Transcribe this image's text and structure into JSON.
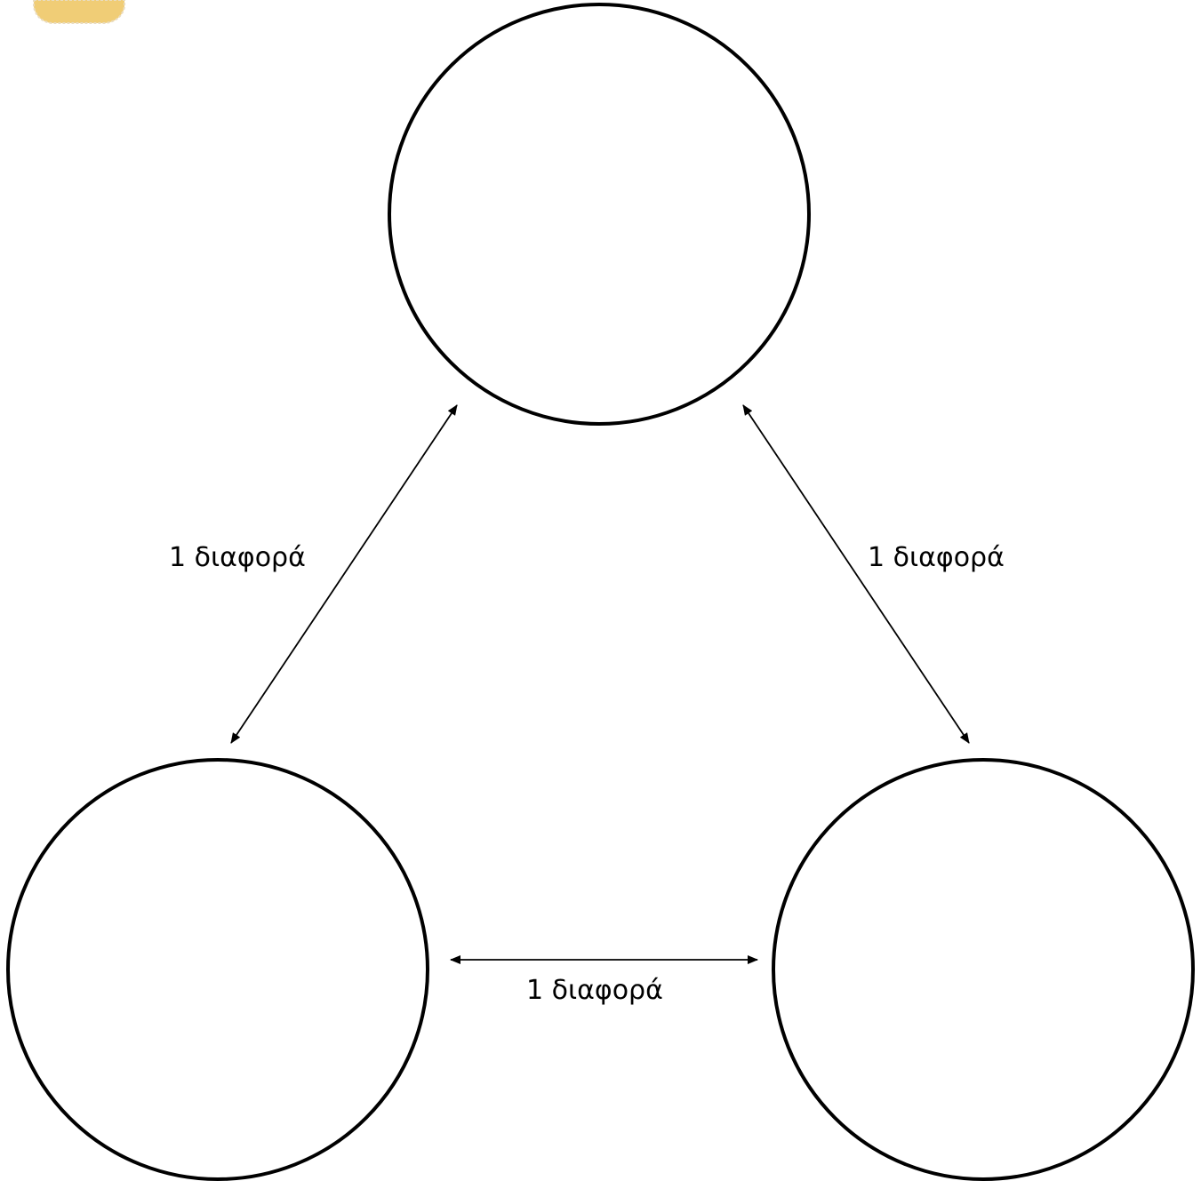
{
  "diagram": {
    "edges": [
      {
        "id": "top-left",
        "label": "1 διαφορά"
      },
      {
        "id": "top-right",
        "label": "1 διαφορά"
      },
      {
        "id": "bottom",
        "label": "1 διαφορά"
      }
    ]
  },
  "colors": {
    "stroke": "#000000",
    "background": "#ffffff",
    "badge": "#f0cd76"
  }
}
